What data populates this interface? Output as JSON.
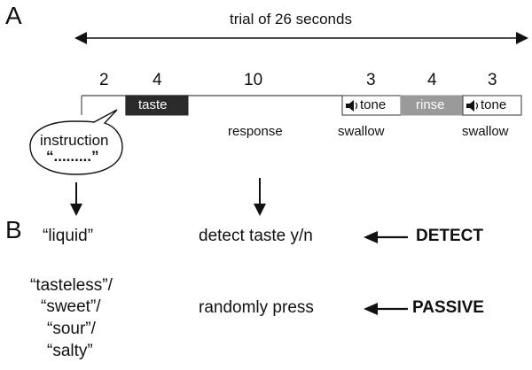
{
  "panel_a_label": "A",
  "panel_b_label": "B",
  "trial_label": "trial of 26 seconds",
  "timeline": {
    "durations": [
      "2",
      "4",
      "10",
      "3",
      "4",
      "3"
    ],
    "taste_label": "taste",
    "tone_label_1": "tone",
    "rinse_label": "rinse",
    "tone_label_2": "tone",
    "response_label": "response",
    "swallow_label_1": "swallow",
    "swallow_label_2": "swallow",
    "icon": "speaker-icon"
  },
  "bubble": {
    "title": "instruction",
    "placeholder": "“.........”"
  },
  "conditions": {
    "detect_instruction": "“liquid”",
    "detect_task": "detect taste y/n",
    "detect_name": "DETECT",
    "passive_instructions": [
      "“tasteless”/",
      "“sweet”/",
      "“sour”/",
      "“salty”"
    ],
    "passive_task": "randomly press",
    "passive_name": "PASSIVE"
  },
  "colors": {
    "taste_fill": "#2a2a2a",
    "rinse_fill": "#9a9a9a",
    "line": "#555555",
    "text": "#111111"
  }
}
